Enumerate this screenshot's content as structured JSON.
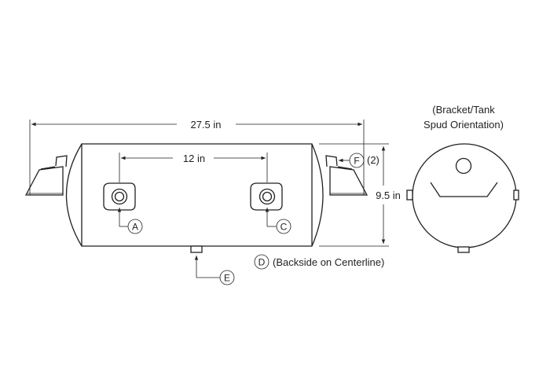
{
  "dimensions": {
    "overall_length": "27.5 in",
    "port_spacing": "12 in",
    "diameter": "9.5 in"
  },
  "callouts": {
    "a": "A",
    "c": "C",
    "d": "D",
    "d_note": "(Backside on Centerline)",
    "e": "E",
    "f": "F",
    "f_note": "(2)"
  },
  "end_view": {
    "title_line1": "(Bracket/Tank",
    "title_line2": "Spud Orientation)"
  }
}
